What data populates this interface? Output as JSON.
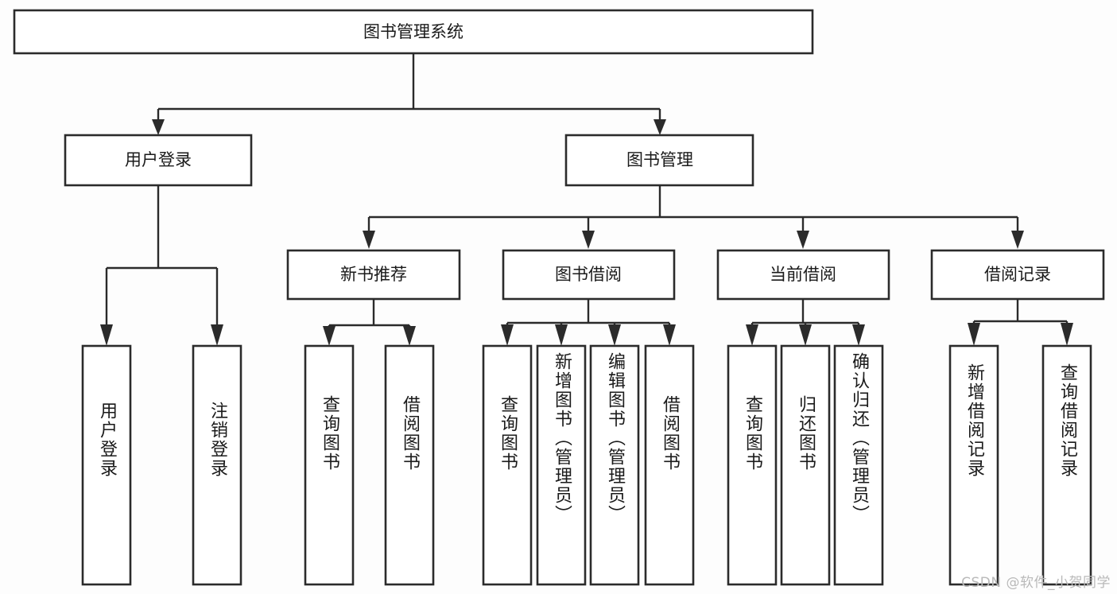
{
  "diagram": {
    "type": "tree-hierarchy",
    "title": "图书管理系统",
    "orientation": "top-down",
    "colors": {
      "box_stroke": "#2b2b2b",
      "box_fill": "#ffffff",
      "connector": "#2b2b2b",
      "text": "#1a1a1a",
      "background": "#fdfdfd",
      "watermark": "#b9b9b9"
    },
    "root": {
      "label": "图书管理系统"
    },
    "level2": [
      {
        "label": "用户登录"
      },
      {
        "label": "图书管理"
      }
    ],
    "level3": [
      {
        "label": "新书推荐"
      },
      {
        "label": "图书借阅"
      },
      {
        "label": "当前借阅"
      },
      {
        "label": "借阅记录"
      }
    ],
    "leaves": {
      "user_login": [
        {
          "label": "用户登录"
        },
        {
          "label": "注销登录"
        }
      ],
      "new_book": [
        {
          "label": "查询图书"
        },
        {
          "label": "借阅图书"
        }
      ],
      "book_borrow": [
        {
          "label": "查询图书"
        },
        {
          "label": "新增图书（管理员）"
        },
        {
          "label": "编辑图书（管理员）"
        },
        {
          "label": "借阅图书"
        }
      ],
      "current_borrow": [
        {
          "label": "查询图书"
        },
        {
          "label": "归还图书"
        },
        {
          "label": "确认归还（管理员）"
        }
      ],
      "borrow_record": [
        {
          "label": "新增借阅记录"
        },
        {
          "label": "查询借阅记录"
        }
      ]
    }
  },
  "watermark": {
    "text": "CSDN @软件_小贺同学"
  }
}
